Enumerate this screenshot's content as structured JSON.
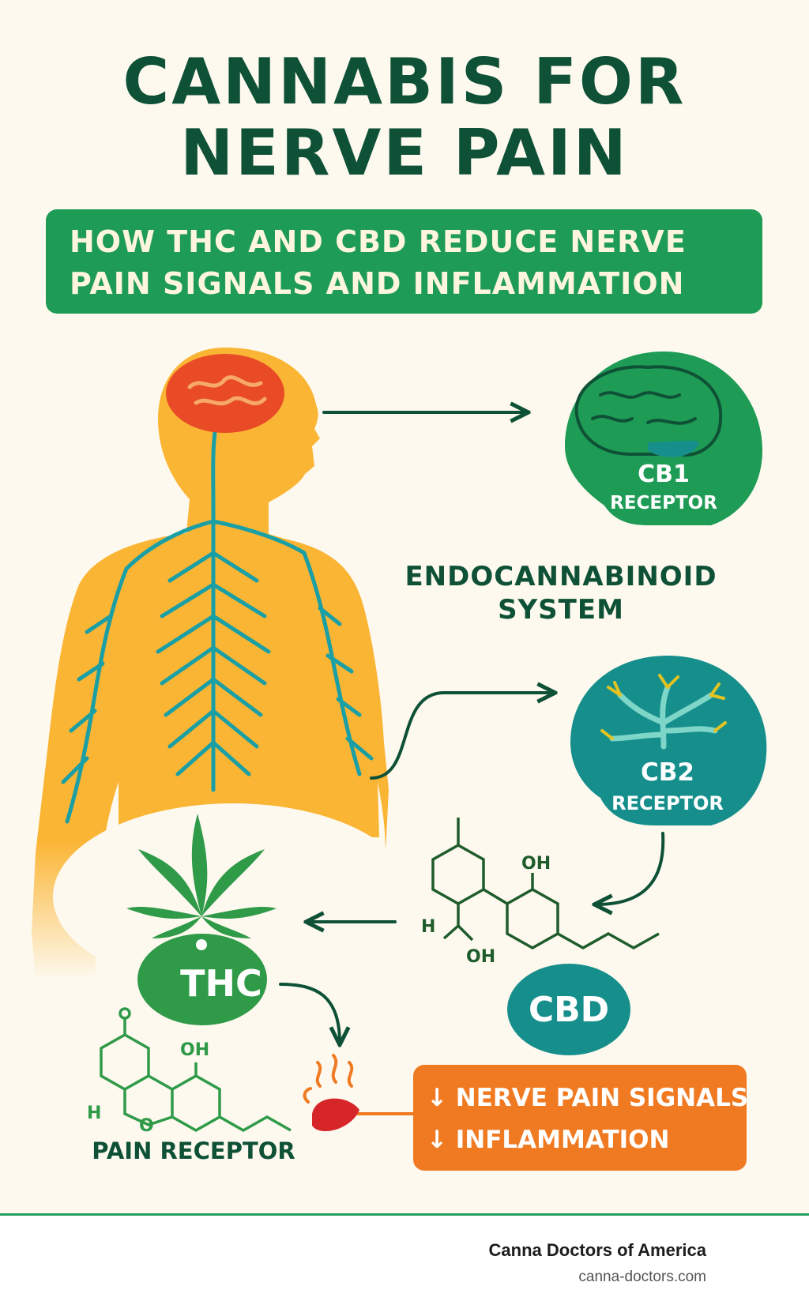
{
  "title": {
    "line1": "CANNABIS FOR",
    "line2": "NERVE PAIN"
  },
  "banner": {
    "line1": "HOW THC AND CBD REDUCE NERVE",
    "line2": "PAIN SIGNALS AND INFLAMMATION"
  },
  "cb1": {
    "code": "CB1",
    "word": "RECEPTOR",
    "icon": "brain-icon"
  },
  "ecs": {
    "line1": "ENDOCANNABINOID",
    "line2": "SYSTEM"
  },
  "cb2": {
    "code": "CB2",
    "word": "RECEPTOR",
    "icon": "immune-cell-icon"
  },
  "thc": {
    "label": "THC",
    "icon": "cannabis-leaf-icon"
  },
  "cbd": {
    "label": "CBD",
    "molecule": {
      "oh_top": "OH",
      "h": "H",
      "oh_bottom": "OH"
    }
  },
  "thc_molecule": {
    "oh": "OH",
    "h": "H",
    "o": "O"
  },
  "pain": {
    "label": "PAIN RECEPTOR",
    "icon": "nerve-ending-icon"
  },
  "effects": {
    "line1": "↓ NERVE PAIN SIGNALS",
    "line2": "↓ INFLAMMATION"
  },
  "footer": {
    "brand": "Canna Doctors of America",
    "site": "canna-doctors.com"
  },
  "colors": {
    "title": "#0e5136",
    "banner": "#1e9b55",
    "body": "#fbb535",
    "nerves": "#1a9fa4",
    "brain": "#e84b25",
    "cb1": "#1e9b55",
    "cb2": "#168f8c",
    "effects_box": "#f07a22",
    "background": "#fdf9ee"
  }
}
